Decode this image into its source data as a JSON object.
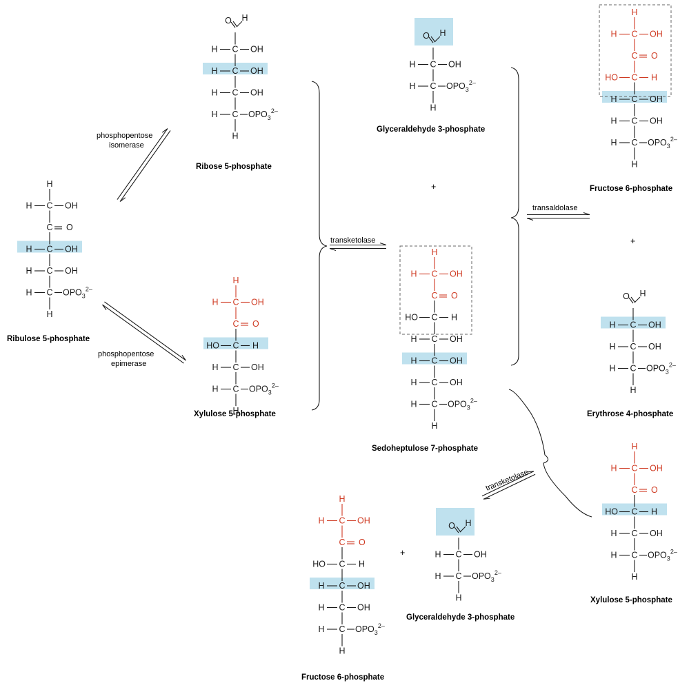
{
  "colors": {
    "highlight": "#bfe1ee",
    "red": "#cf3a22",
    "black": "#1a1a1a",
    "dash": "#666666"
  },
  "molecules": {
    "ru5p": {
      "label": "Ribulose 5-phosphate"
    },
    "r5p": {
      "label": "Ribose 5-phosphate"
    },
    "xu5p_left": {
      "label": "Xylulose 5-phosphate"
    },
    "g3p_top": {
      "label": "Glyceraldehyde 3-phosphate"
    },
    "s7p": {
      "label": "Sedoheptulose 7-phosphate"
    },
    "f6p_top": {
      "label": "Fructose 6-phosphate"
    },
    "e4p": {
      "label": "Erythrose 4-phosphate"
    },
    "xu5p_right": {
      "label": "Xylulose 5-phosphate"
    },
    "f6p_bottom": {
      "label": "Fructose 6-phosphate"
    },
    "g3p_bottom": {
      "label": "Glyceraldehyde 3-phosphate"
    }
  },
  "enzymes": {
    "isomerase": [
      "phosphopentose",
      "isomerase"
    ],
    "epimerase": [
      "phosphopentose",
      "epimerase"
    ],
    "transketolase_1": "transketolase",
    "transaldolase": "transaldolase",
    "transketolase_2": "transketolase"
  },
  "plus": "+",
  "atoms": {
    "H": "H",
    "C": "C",
    "O": "O",
    "OH": "OH",
    "HO": "HO",
    "OPO": "OPO",
    "sub3": "3",
    "sup2": "2–"
  }
}
